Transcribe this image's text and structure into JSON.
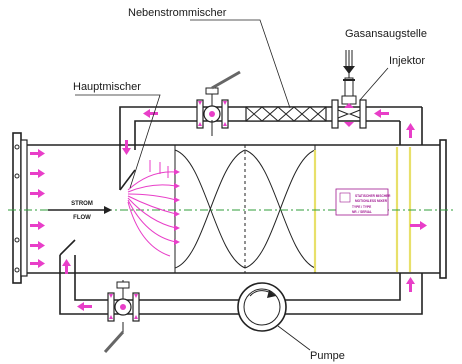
{
  "labels": {
    "nebenstrommischer": "Nebenstrommischer",
    "gasansaugstelle": "Gasansaugstelle",
    "injektor": "Injektor",
    "hauptmischer": "Hauptmischer",
    "pumpe": "Pumpe",
    "strom": "STROM",
    "flow": "FLOW"
  },
  "plate_text": {
    "line1": "STATISCHER MISCHER",
    "line2": "MOTIONLESS MIXER",
    "line3": "TYPE  /  TYPE",
    "line4": "NR.  /  SERIAL"
  },
  "colors": {
    "arrow": "#e83ec8",
    "centerline": "#2f9e3a",
    "highlight": "#e8e06a",
    "ink": "#222222"
  }
}
